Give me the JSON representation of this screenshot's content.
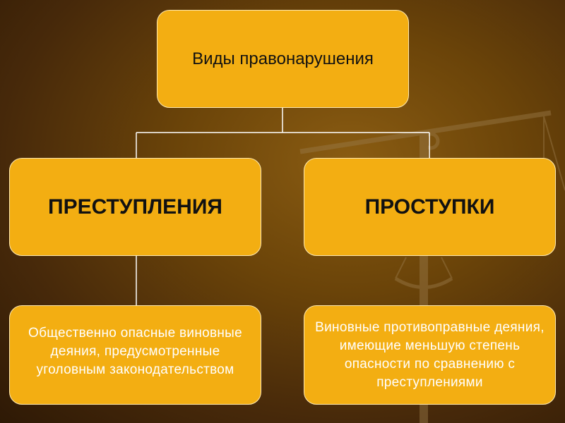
{
  "diagram": {
    "root": {
      "label": "Виды правонарушения"
    },
    "categories": [
      {
        "label": "ПРЕСТУПЛЕНИЯ",
        "description": "Общественно опасные виновные деяния, предусмотренные уголовным законодательством"
      },
      {
        "label": "ПРОСТУПКИ",
        "description": "Виновные противоправные деяния, имеющие меньшую степень опасности по сравнению с преступлениями"
      }
    ]
  },
  "colors": {
    "box_fill": "#f3ae12",
    "box_border": "#ffe9b0",
    "connector": "#ffffff",
    "background": "#6b4409"
  },
  "background_image": "scales-of-justice"
}
